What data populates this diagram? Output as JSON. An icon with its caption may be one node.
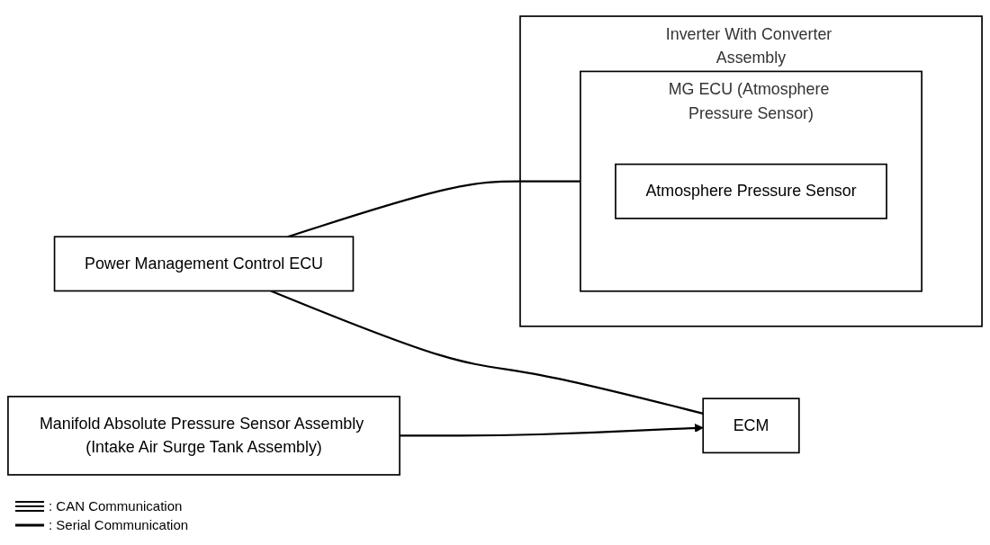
{
  "diagram": {
    "nodes": [
      {
        "text": [
          "Power Management Control ECU"
        ]
      },
      {
        "text": [
          "Inverter With Converter Assembly"
        ]
      },
      {
        "text": [
          "MG ECU (Atmosphere Pressure Sensor)"
        ],
        "in": 1
      },
      {
        "text": [
          "Atmosphere Pressure Sensor"
        ],
        "in": 2
      },
      {
        "text": [
          "ECM"
        ]
      },
      {
        "text": [
          "Manifold Absolute Pressure Sensor Assembly (Intake Air Surge Tank Assembly)"
        ]
      }
    ],
    "edges": [
      {
        "from": 0,
        "to": 2,
        "arrow": "none"
      },
      {
        "from": 0,
        "to": 4,
        "arrow": "none"
      },
      {
        "from": 5,
        "to": 4,
        "arrow": "to"
      }
    ],
    "legend": [
      {
        "text": ": CAN Communication"
      },
      {
        "text": ": Serial Communication"
      }
    ]
  }
}
